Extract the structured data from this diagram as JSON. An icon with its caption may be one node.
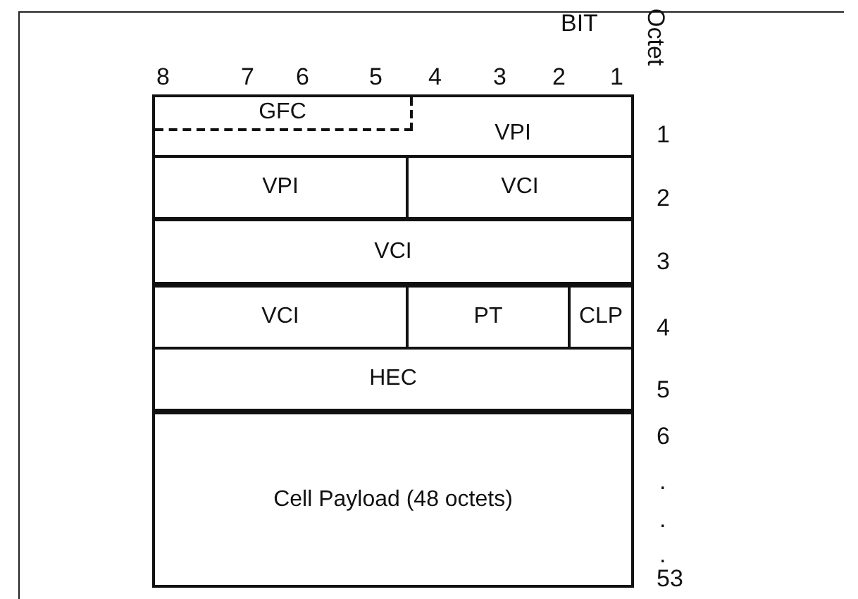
{
  "diagram": {
    "nodes": [
      {
        "text": [
          "VPI"
        ]
      },
      {
        "text": [
          "GFC"
        ],
        "in": 0
      },
      {
        "text": [
          "VPI"
        ]
      },
      {
        "text": [
          "VCI"
        ]
      },
      {
        "text": [
          "VCI"
        ]
      },
      {
        "text": [
          "VCI"
        ]
      },
      {
        "text": [
          "PT"
        ]
      },
      {
        "text": [
          "CLP"
        ]
      },
      {
        "text": [
          "HEC"
        ]
      },
      {
        "text": [
          "Cell Payload (48 octets)"
        ]
      }
    ],
    "edges": [],
    "labels": [
      "BIT",
      "Octet",
      "8",
      "7",
      "6",
      "5",
      "4",
      "3",
      "2",
      "1",
      "1",
      "2",
      "3",
      "4",
      "5",
      "6",
      ".",
      ".",
      ".",
      "53"
    ]
  }
}
